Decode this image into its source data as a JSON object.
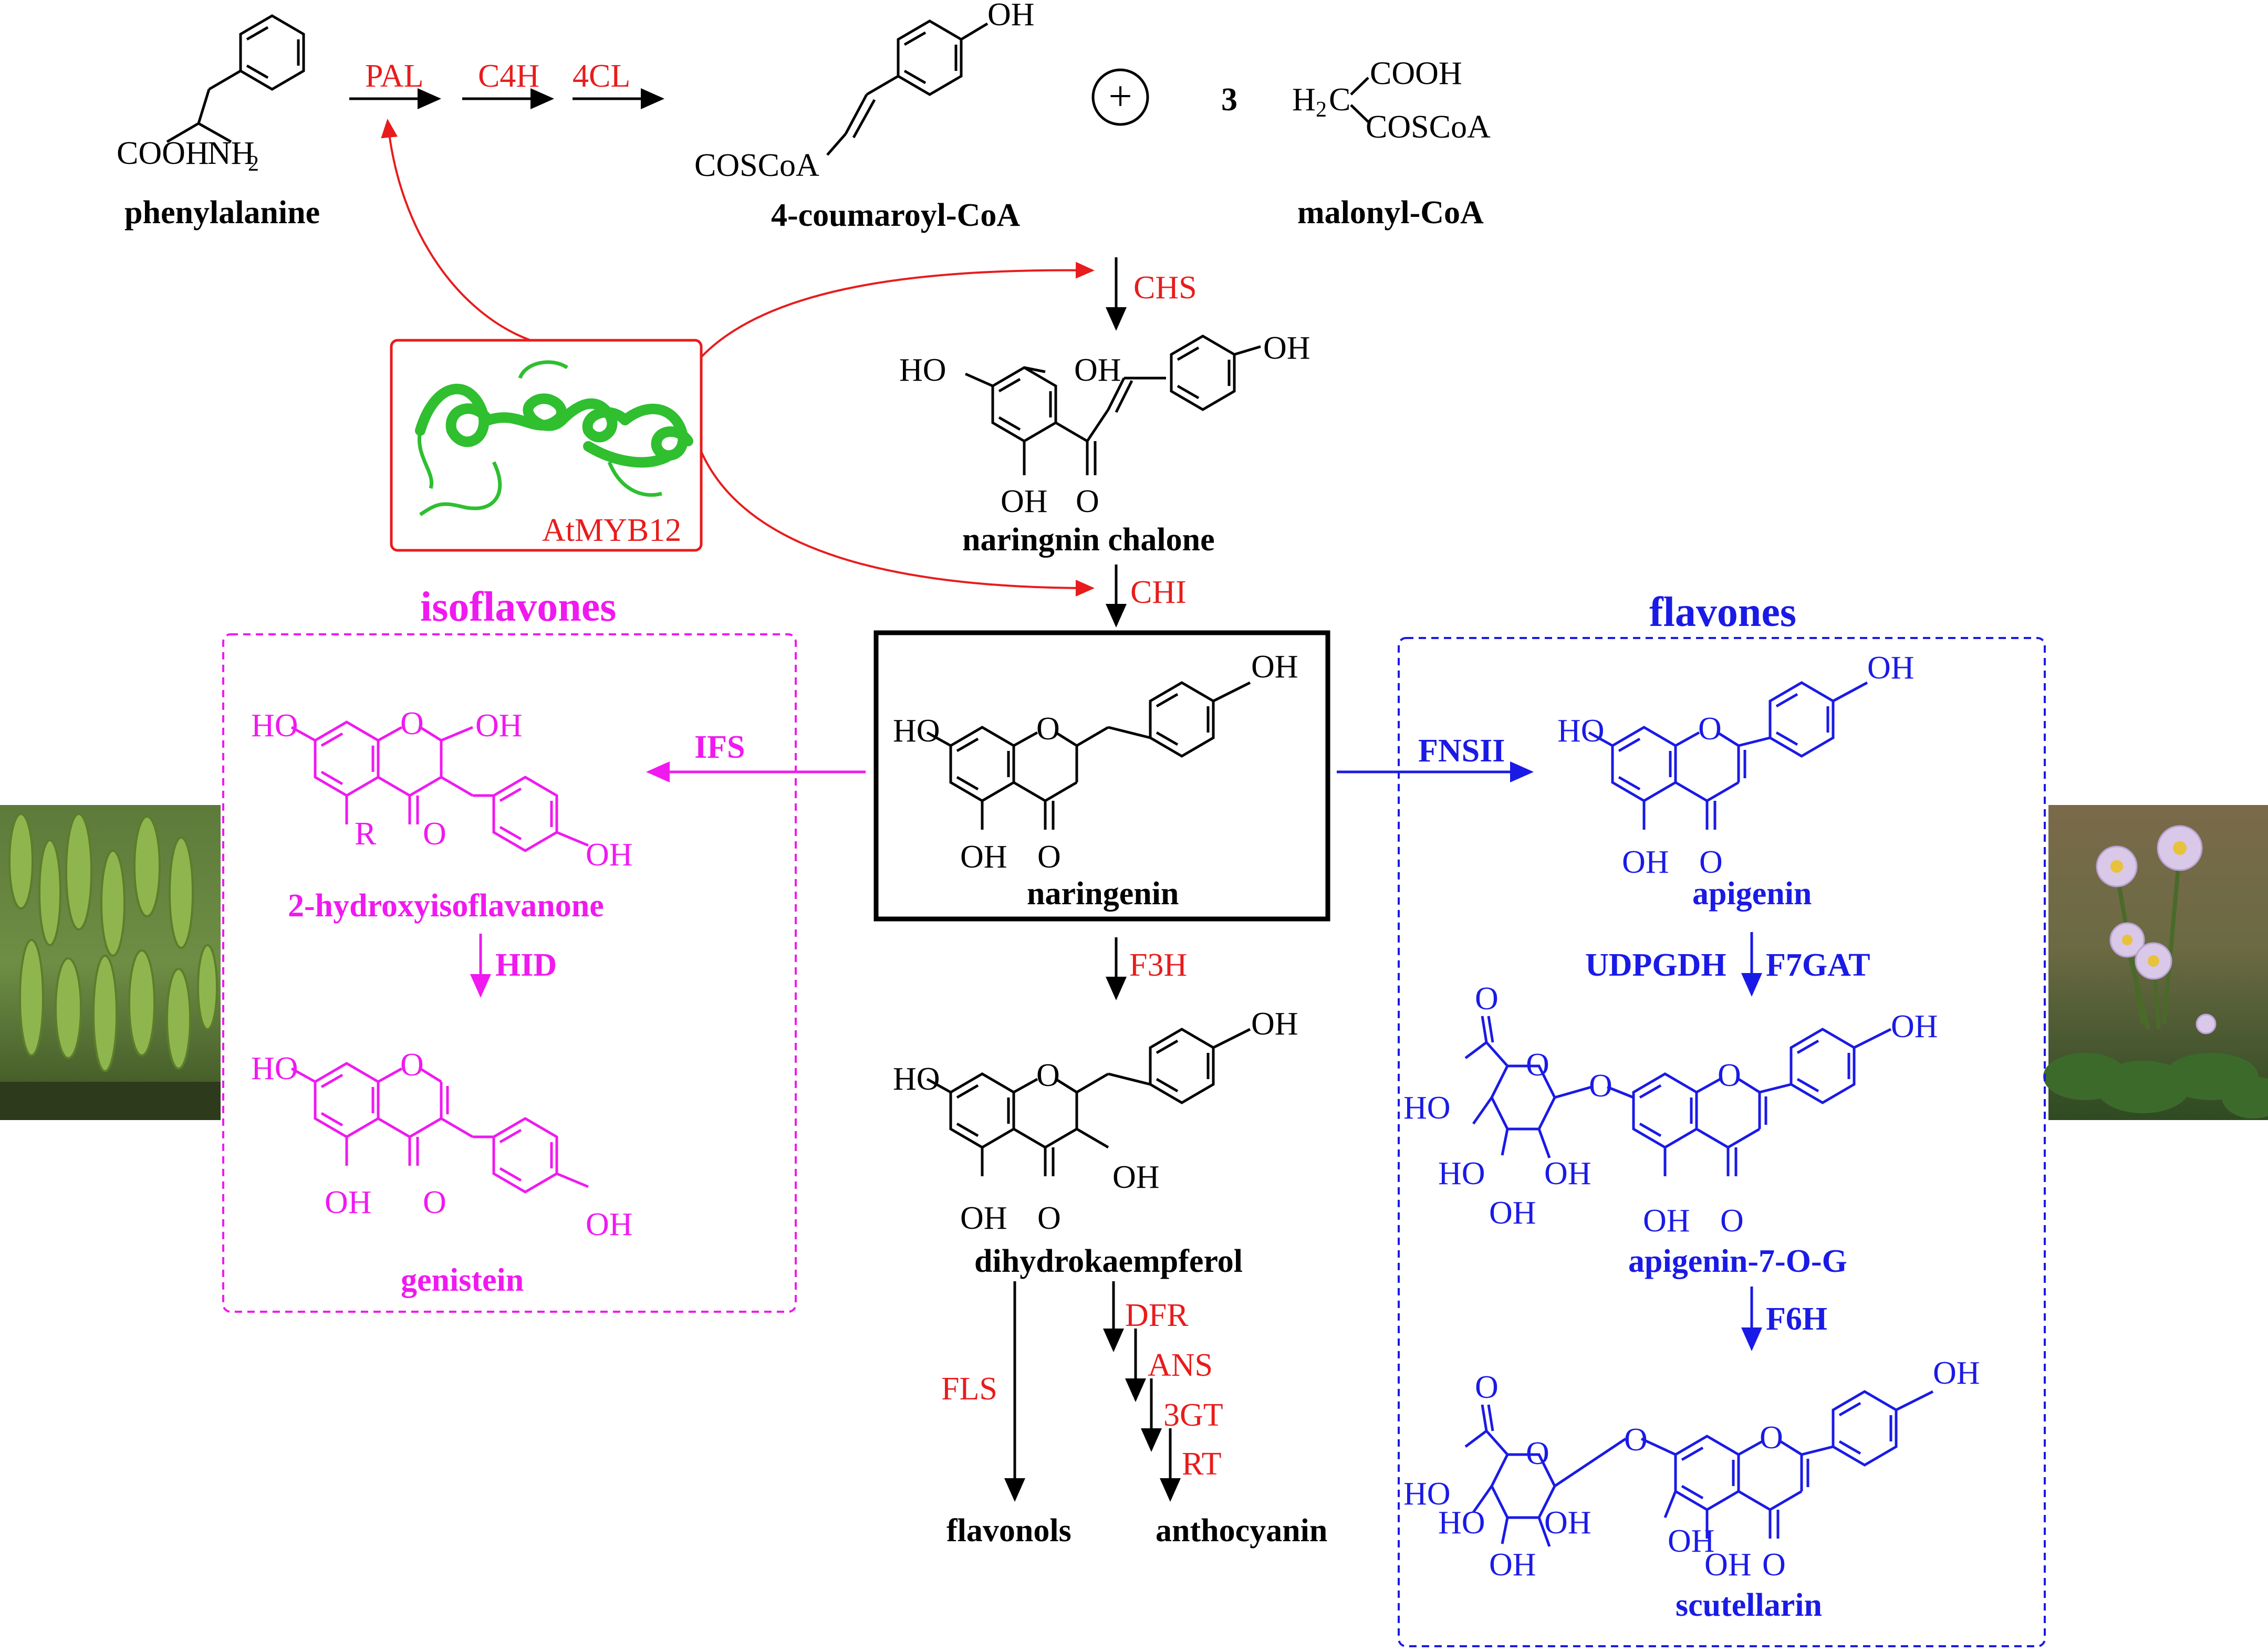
{
  "colors": {
    "black": "#000000",
    "red": "#e81c1c",
    "magenta": "#f019f0",
    "blue": "#1a1ae6",
    "protein_green": "#2fbf2f"
  },
  "compounds": {
    "phenylalanine": "phenylalanine",
    "coumaroyl_coa": "4-coumaroyl-CoA",
    "malonyl_coa": "malonyl-CoA",
    "chalcone": "naringnin chalone",
    "naringenin": "naringenin",
    "dihydrokaempferol": "dihydrokaempferol",
    "flavonols": "flavonols",
    "anthocyanin": "anthocyanin",
    "hydroxyisoflavanone": "2-hydroxyisoflavanone",
    "genistein": "genistein",
    "apigenin": "apigenin",
    "apigenin7og": "apigenin-7-O-G",
    "scutellarin": "scutellarin"
  },
  "coefficient": "3",
  "plus_sign": "+",
  "protein_label": "AtMYB12",
  "groups": {
    "isoflavones": "isoflavones",
    "flavones": "flavones"
  },
  "enzymes": {
    "pal": "PAL",
    "c4h": "C4H",
    "cl4": "4CL",
    "chs": "CHS",
    "chi": "CHI",
    "f3h": "F3H",
    "fls": "FLS",
    "dfr": "DFR",
    "ans": "ANS",
    "gt3": "3GT",
    "rt": "RT",
    "ifs": "IFS",
    "hid": "HID",
    "fnsii": "FNSII",
    "udpgdh": "UDPGDH",
    "f7gat": "F7GAT",
    "f6h": "F6H"
  },
  "atoms": {
    "oh": "OH",
    "ho": "HO",
    "o": "O",
    "r": "R",
    "cooh": "COOH",
    "nh2": "NH",
    "sub2": "2",
    "coscoa": "COSCoA",
    "h2c": "H",
    "c_atom": "C",
    "cooh_sp": "COOH",
    "oh_dup": "OH"
  },
  "photos": {
    "left": "soybean-plant-photo",
    "right": "erigeron-flower-photo"
  }
}
